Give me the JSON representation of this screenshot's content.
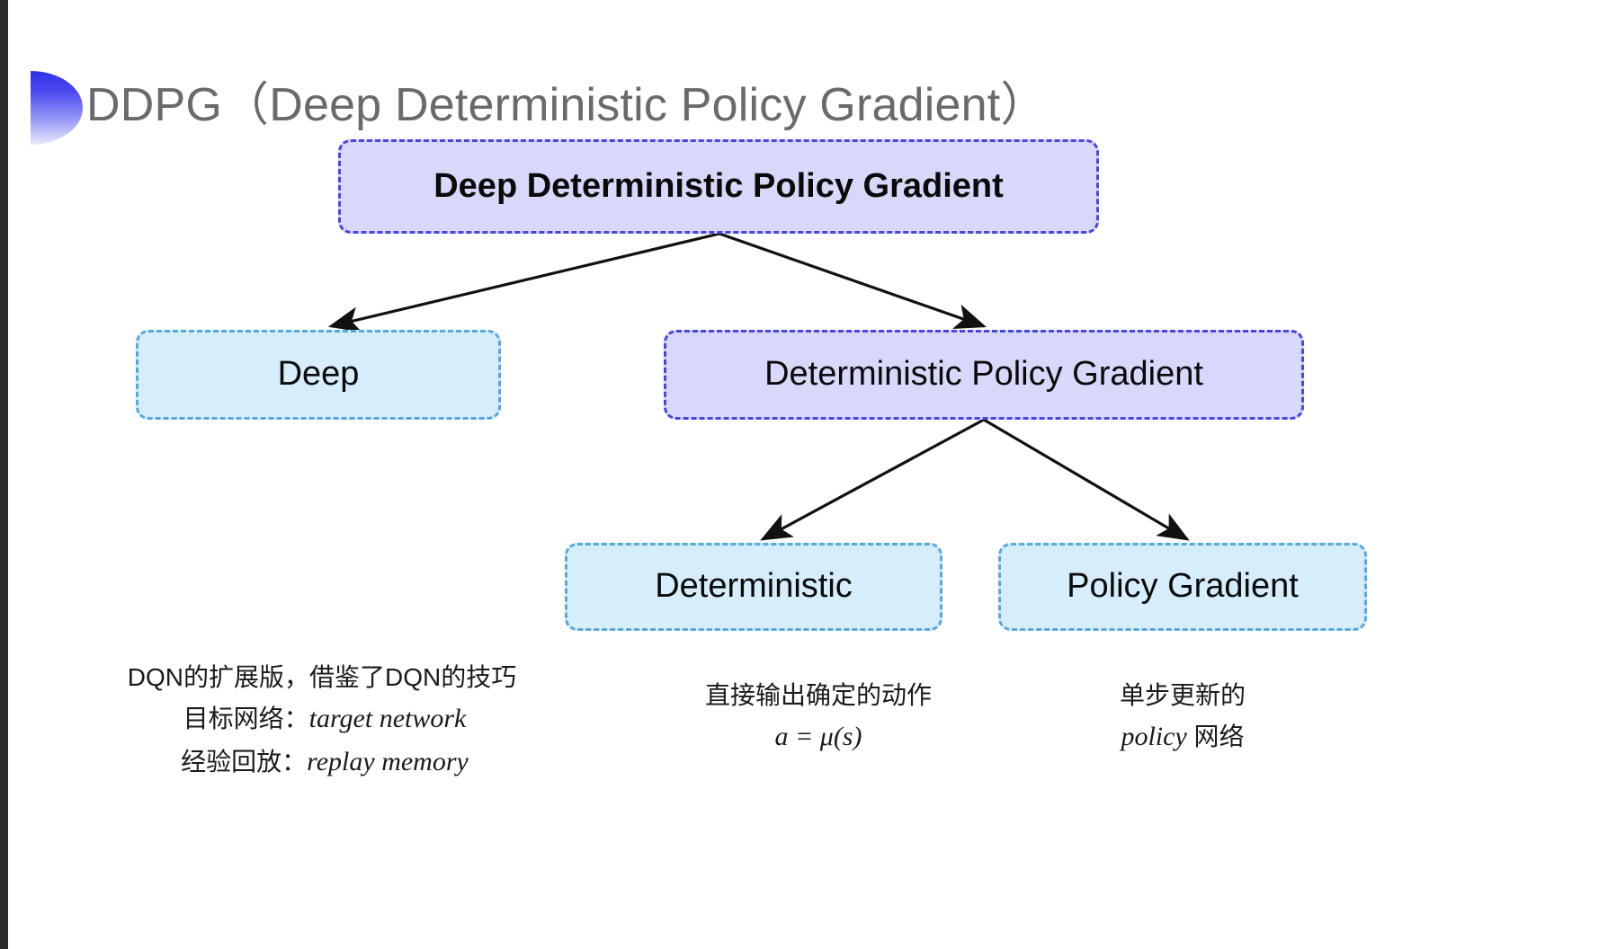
{
  "slide": {
    "title": "DDPG（Deep Deterministic Policy Gradient）",
    "bullet_icon": "half-circle-gradient-icon"
  },
  "colors": {
    "purple_fill": "#d8d8fb",
    "purple_border": "#4a46e0",
    "blue_fill": "#d6eefb",
    "blue_border": "#5aa8db",
    "title_text": "#6a6a6a",
    "edge_stroke": "#111111",
    "bullet_gradient_start": "#2f2fe8",
    "bullet_gradient_end": "#e9eafe"
  },
  "diagram": {
    "type": "tree",
    "nodes": {
      "root": {
        "label": "Deep Deterministic Policy Gradient",
        "style": "purple"
      },
      "deep": {
        "label": "Deep",
        "style": "blue"
      },
      "dpg": {
        "label": "Deterministic Policy Gradient",
        "style": "purple"
      },
      "deterministic": {
        "label": "Deterministic",
        "style": "blue"
      },
      "policy_gradient": {
        "label": "Policy Gradient",
        "style": "blue"
      }
    },
    "edges": [
      {
        "from": "root",
        "to": "deep"
      },
      {
        "from": "root",
        "to": "dpg"
      },
      {
        "from": "dpg",
        "to": "deterministic"
      },
      {
        "from": "dpg",
        "to": "policy_gradient"
      }
    ]
  },
  "annotations": {
    "deep": {
      "line1": "DQN的扩展版，借鉴了DQN的技巧",
      "line2_label": "目标网络：",
      "line2_term": "target network",
      "line3_label": "经验回放：",
      "line3_term": "replay memory"
    },
    "deterministic": {
      "line1": "直接输出确定的动作",
      "formula": "a = μ(s)"
    },
    "policy_gradient": {
      "line1": "单步更新的",
      "line2_term": "policy",
      "line2_suffix": " 网络"
    }
  }
}
